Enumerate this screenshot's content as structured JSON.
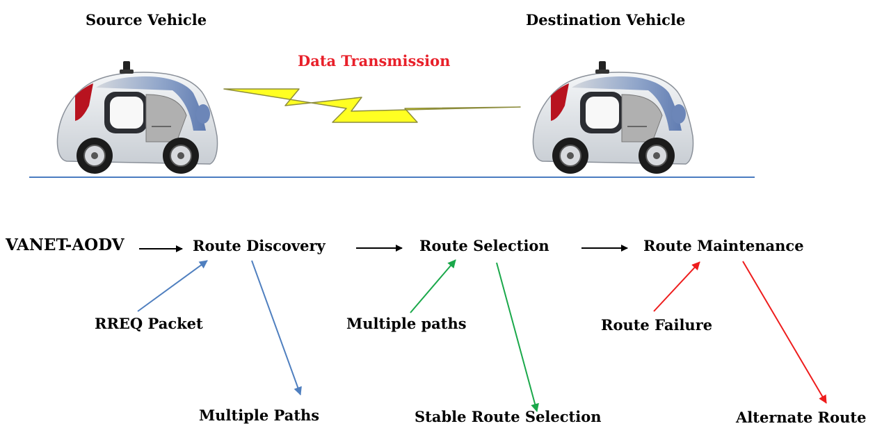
{
  "header": {
    "source_label": "Source Vehicle",
    "destination_label": "Destination Vehicle",
    "transmission_label": "Data Transmission"
  },
  "flow": {
    "start": "VANET-AODV",
    "stages": [
      "Route Discovery",
      "Route Selection",
      "Route Maintenance"
    ]
  },
  "annotations": {
    "discovery_in": "RREQ Packet",
    "discovery_out": "Multiple Paths",
    "selection_in": "Multiple paths",
    "selection_out": "Stable Route Selection",
    "maintenance_in": "Route Failure",
    "maintenance_out": "Alternate Route"
  },
  "colors": {
    "discovery": "#4f7fbf",
    "selection": "#1aa84a",
    "maintenance": "#ee1c1c",
    "transmission": "#e8202a",
    "lightning": "#ffff22",
    "road": "#4a7cc0"
  }
}
